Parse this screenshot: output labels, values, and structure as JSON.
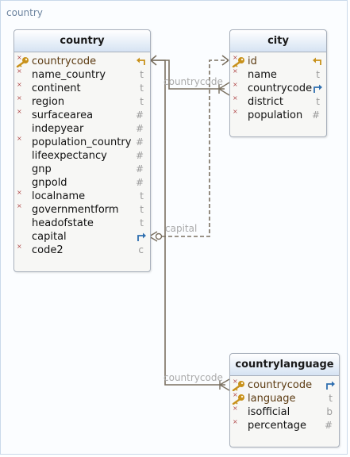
{
  "diagram": {
    "group_title": "country",
    "relation_labels": {
      "country_city": "countrycode",
      "city_capital": "capital",
      "country_language": "countrycode"
    },
    "tables": {
      "country": {
        "name": "country",
        "columns": [
          {
            "name": "countrycode",
            "type": "",
            "pk": true,
            "required": true,
            "ref": "primary"
          },
          {
            "name": "name_country",
            "type": "t",
            "required": true
          },
          {
            "name": "continent",
            "type": "t",
            "required": true
          },
          {
            "name": "region",
            "type": "t",
            "required": true
          },
          {
            "name": "surfacearea",
            "type": "#",
            "required": true
          },
          {
            "name": "indepyear",
            "type": "#",
            "required": false
          },
          {
            "name": "population_country",
            "type": "#",
            "required": true
          },
          {
            "name": "lifeexpectancy",
            "type": "#",
            "required": false
          },
          {
            "name": "gnp",
            "type": "#",
            "required": false
          },
          {
            "name": "gnpold",
            "type": "#",
            "required": false
          },
          {
            "name": "localname",
            "type": "t",
            "required": true
          },
          {
            "name": "governmentform",
            "type": "t",
            "required": true
          },
          {
            "name": "headofstate",
            "type": "t",
            "required": false
          },
          {
            "name": "capital",
            "type": "",
            "required": false,
            "ref": "foreign"
          },
          {
            "name": "code2",
            "type": "c",
            "required": true
          }
        ]
      },
      "city": {
        "name": "city",
        "columns": [
          {
            "name": "id",
            "type": "",
            "pk": true,
            "required": true,
            "ref": "primary"
          },
          {
            "name": "name",
            "type": "t",
            "required": true
          },
          {
            "name": "countrycode",
            "type": "",
            "required": true,
            "ref": "foreign"
          },
          {
            "name": "district",
            "type": "t",
            "required": true
          },
          {
            "name": "population",
            "type": "#",
            "required": true
          }
        ]
      },
      "countrylanguage": {
        "name": "countrylanguage",
        "columns": [
          {
            "name": "countrycode",
            "type": "",
            "pk": true,
            "required": true,
            "ref": "foreign"
          },
          {
            "name": "language",
            "type": "t",
            "pk": true,
            "required": true
          },
          {
            "name": "isofficial",
            "type": "b",
            "required": true
          },
          {
            "name": "percentage",
            "type": "#",
            "required": true
          }
        ]
      }
    },
    "colors": {
      "primary_key": "#c8911a",
      "foreign_key": "#2f6fb0",
      "relation_line": "#7a7060",
      "header_gradient_end": "#d6e3f3"
    },
    "icons": {
      "primary_key": "key-icon",
      "primary_ref": "return-arrow-icon",
      "foreign_ref": "corner-arrow-icon"
    }
  }
}
